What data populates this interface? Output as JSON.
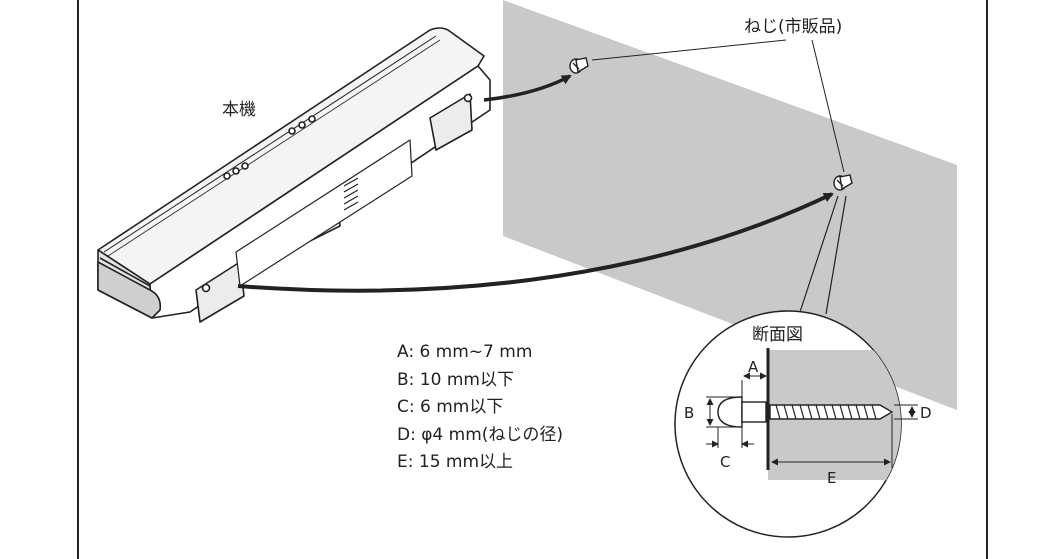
{
  "labels": {
    "main_unit": "本機",
    "screw": "ねじ(市販品)",
    "section_view": "断面図"
  },
  "section": {
    "dim_a": "A",
    "dim_b": "B",
    "dim_c": "C",
    "dim_d": "D",
    "dim_e": "E"
  },
  "specs": [
    "A: 6 mm~7 mm",
    "B: 10 mm以下",
    "C: 6 mm以下",
    "D: φ4 mm(ねじの径)",
    "E: 15 mm以上"
  ],
  "colors": {
    "wall": "#c9c9ca",
    "line": "#222222",
    "background": "#ffffff"
  }
}
